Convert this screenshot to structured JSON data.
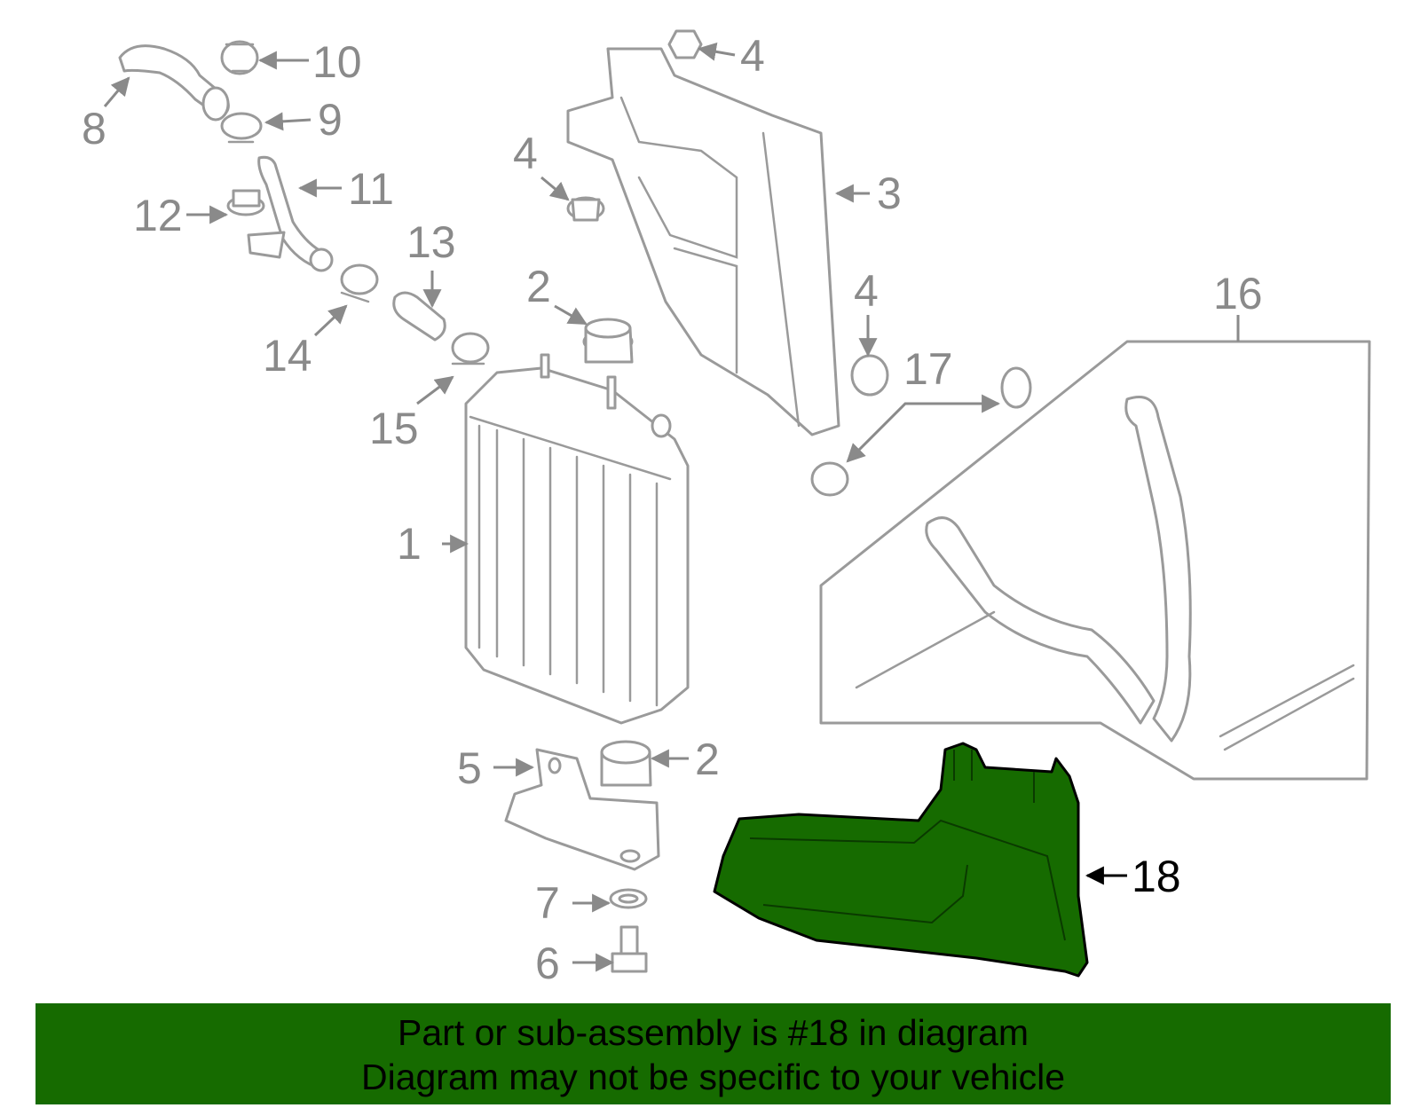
{
  "diagram": {
    "callouts": [
      "1",
      "2",
      "2",
      "3",
      "4",
      "4",
      "4",
      "5",
      "6",
      "7",
      "8",
      "9",
      "10",
      "11",
      "12",
      "13",
      "14",
      "15",
      "16",
      "17",
      "18"
    ],
    "highlighted_part": "18",
    "highlight_color": "#166b00",
    "line_color": "#9a9a9a"
  },
  "banner": {
    "line1": "Part or sub-assembly is #18 in diagram",
    "line2": "Diagram may not be specific to your vehicle",
    "background": "#166b00"
  }
}
